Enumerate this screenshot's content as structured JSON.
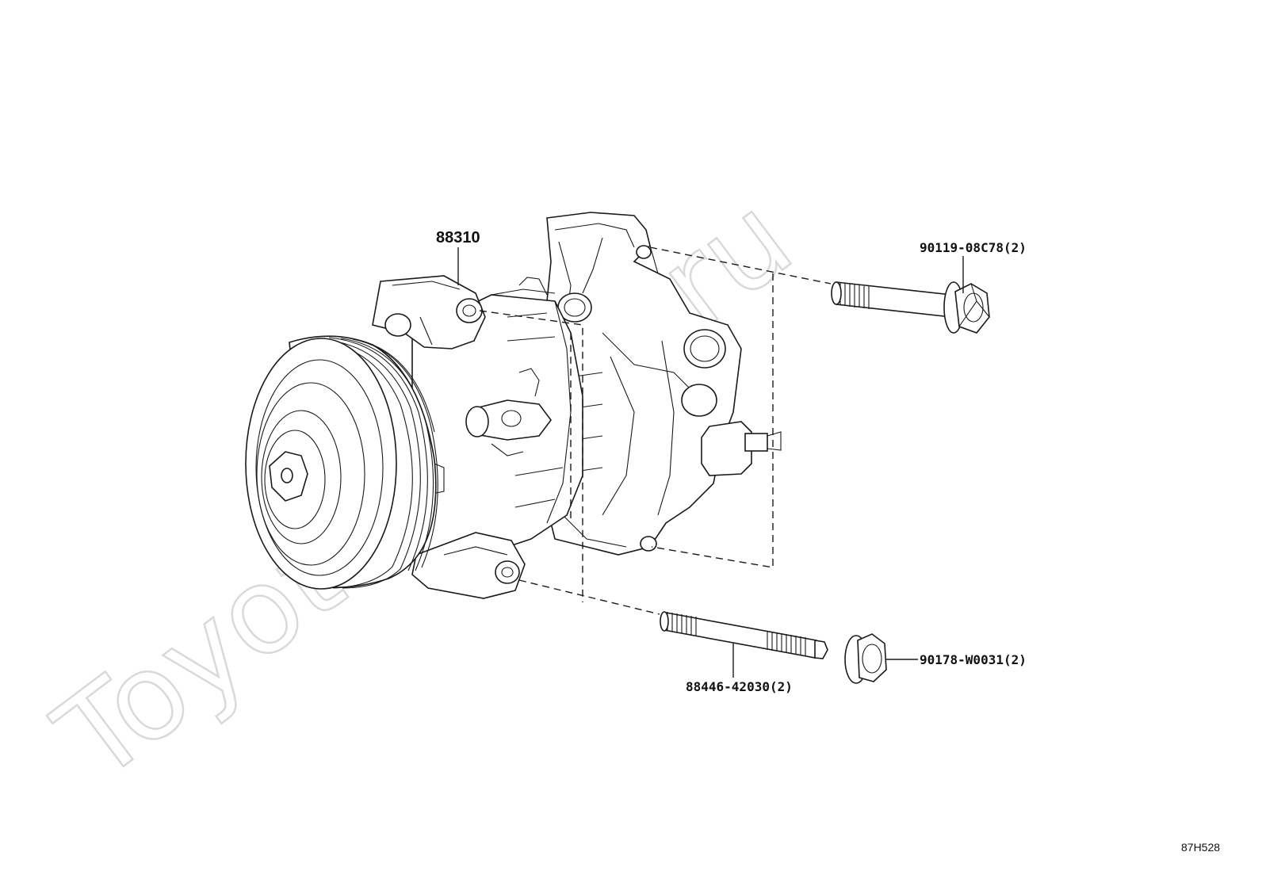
{
  "watermark": "Toyota-Mine.ru",
  "parts": {
    "compressor": {
      "number": "88310"
    },
    "bolt": {
      "number": "90119-08C78(2)"
    },
    "stud": {
      "number": "88446-42030(2)"
    },
    "nut": {
      "number": "90178-W0031(2)"
    }
  },
  "diagram_code": "87H528"
}
